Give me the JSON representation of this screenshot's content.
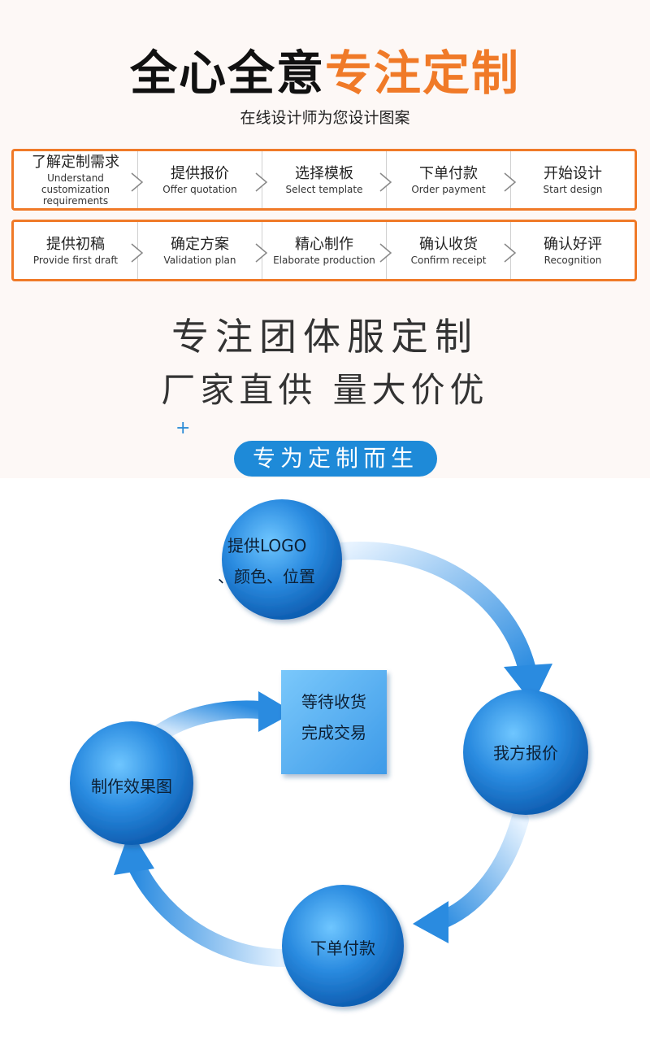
{
  "header": {
    "title_black": "全心全意",
    "title_orange": "专注定制",
    "subtitle": "在线设计师为您设计图案"
  },
  "steps_row1": [
    {
      "zh": "了解定制需求",
      "en": "Understand customization requirements"
    },
    {
      "zh": "提供报价",
      "en": "Offer quotation"
    },
    {
      "zh": "选择模板",
      "en": "Select template"
    },
    {
      "zh": "下单付款",
      "en": "Order payment"
    },
    {
      "zh": "开始设计",
      "en": "Start design"
    }
  ],
  "steps_row2": [
    {
      "zh": "提供初稿",
      "en": "Provide first draft"
    },
    {
      "zh": "确定方案",
      "en": "Validation plan"
    },
    {
      "zh": "精心制作",
      "en": "Elaborate production"
    },
    {
      "zh": "确认收货",
      "en": "Confirm receipt"
    },
    {
      "zh": "确认好评",
      "en": "Recognition"
    }
  ],
  "slogan": {
    "line1": "专注团体服定制",
    "line2": "厂家直供  量大价优",
    "plus": "+",
    "badge": "专为定制而生"
  },
  "cycle": {
    "node_logo_line1": "提供LOGO",
    "node_logo_line2": "、颜色、位置",
    "node_quote": "我方报价",
    "node_pay": "下单付款",
    "node_render": "制作效果图",
    "center_line1": "等待收货",
    "center_line2": "完成交易"
  },
  "colors": {
    "accent_orange": "#f07a28",
    "accent_blue": "#1e8ad8"
  }
}
